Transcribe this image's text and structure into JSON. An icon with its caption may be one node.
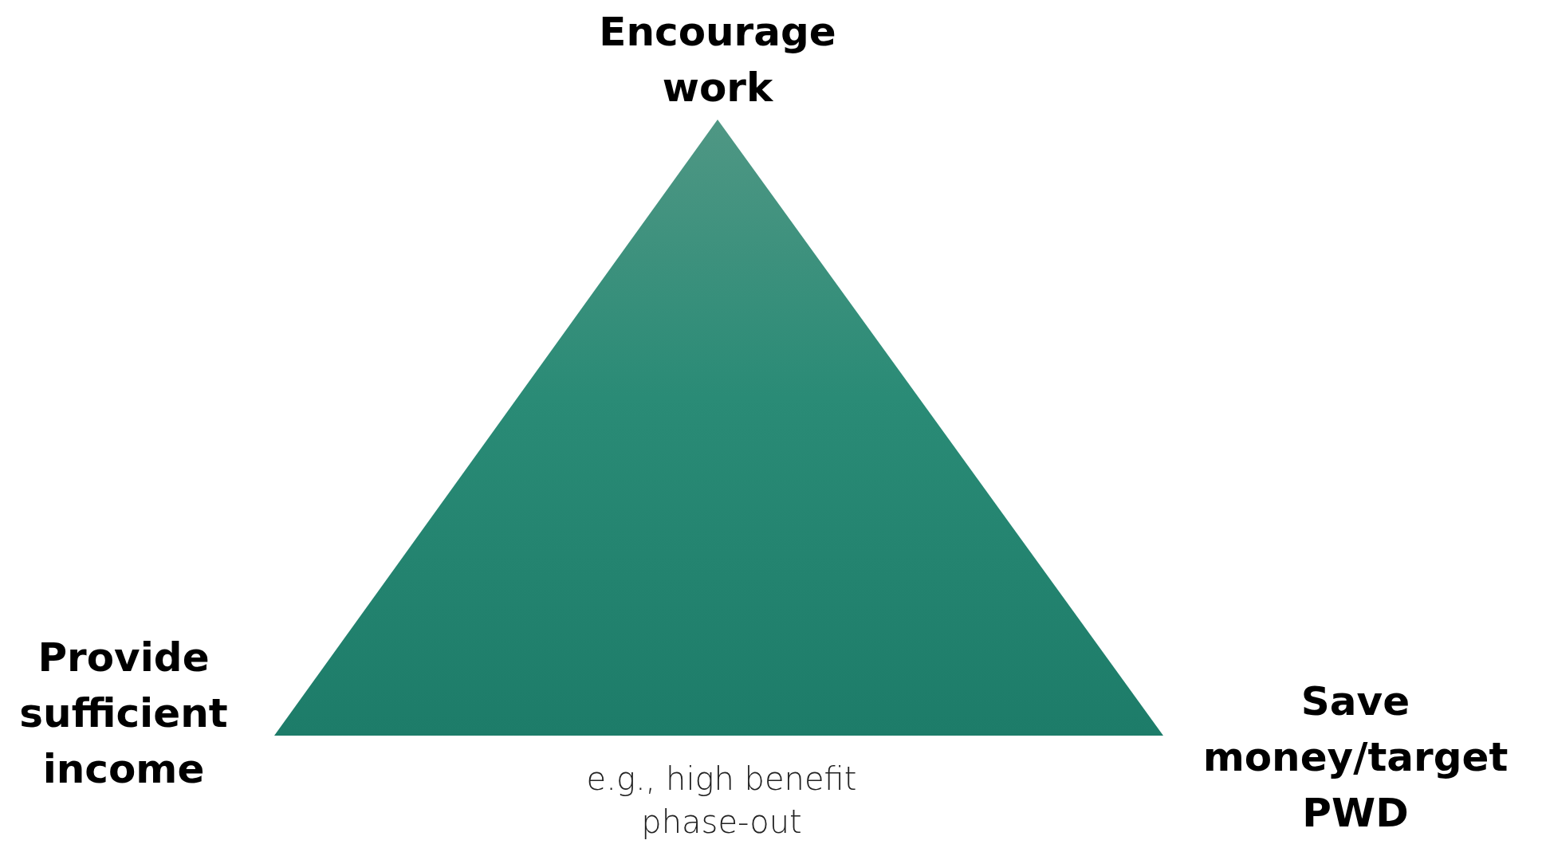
{
  "diagram": {
    "labels": [
      "Encourage work",
      "Provide sufficient income",
      "Save money/target PWD",
      "e.g., high benefit phase-out"
    ]
  }
}
